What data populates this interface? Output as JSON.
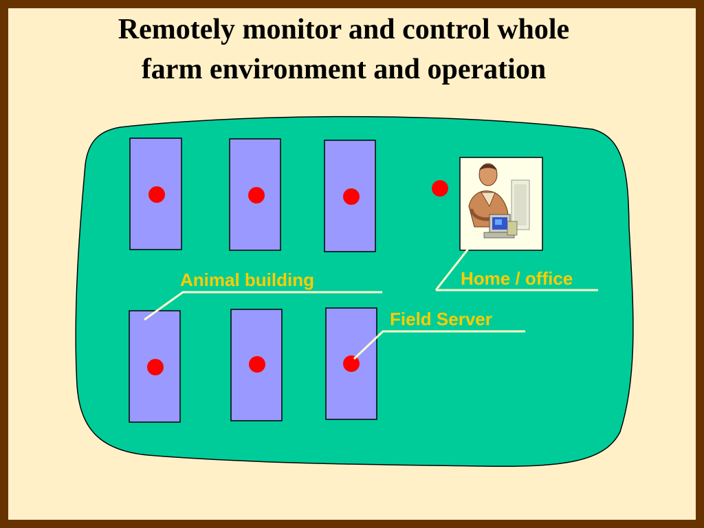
{
  "title": {
    "line1": "Remotely monitor and control whole",
    "line2": "farm environment and operation"
  },
  "labels": {
    "animal_building": "Animal building",
    "home_office": "Home / office",
    "field_server": "Field Server"
  },
  "icons": {
    "office_worker": "person-at-computer-icon"
  },
  "colors": {
    "border": "#663300",
    "background": "#FFF0C8",
    "farm_area": "#00CC99",
    "building": "#9999FF",
    "sensor": "#FF0000",
    "label": "#FFCC00",
    "callout_line": "#FFFFCC"
  }
}
